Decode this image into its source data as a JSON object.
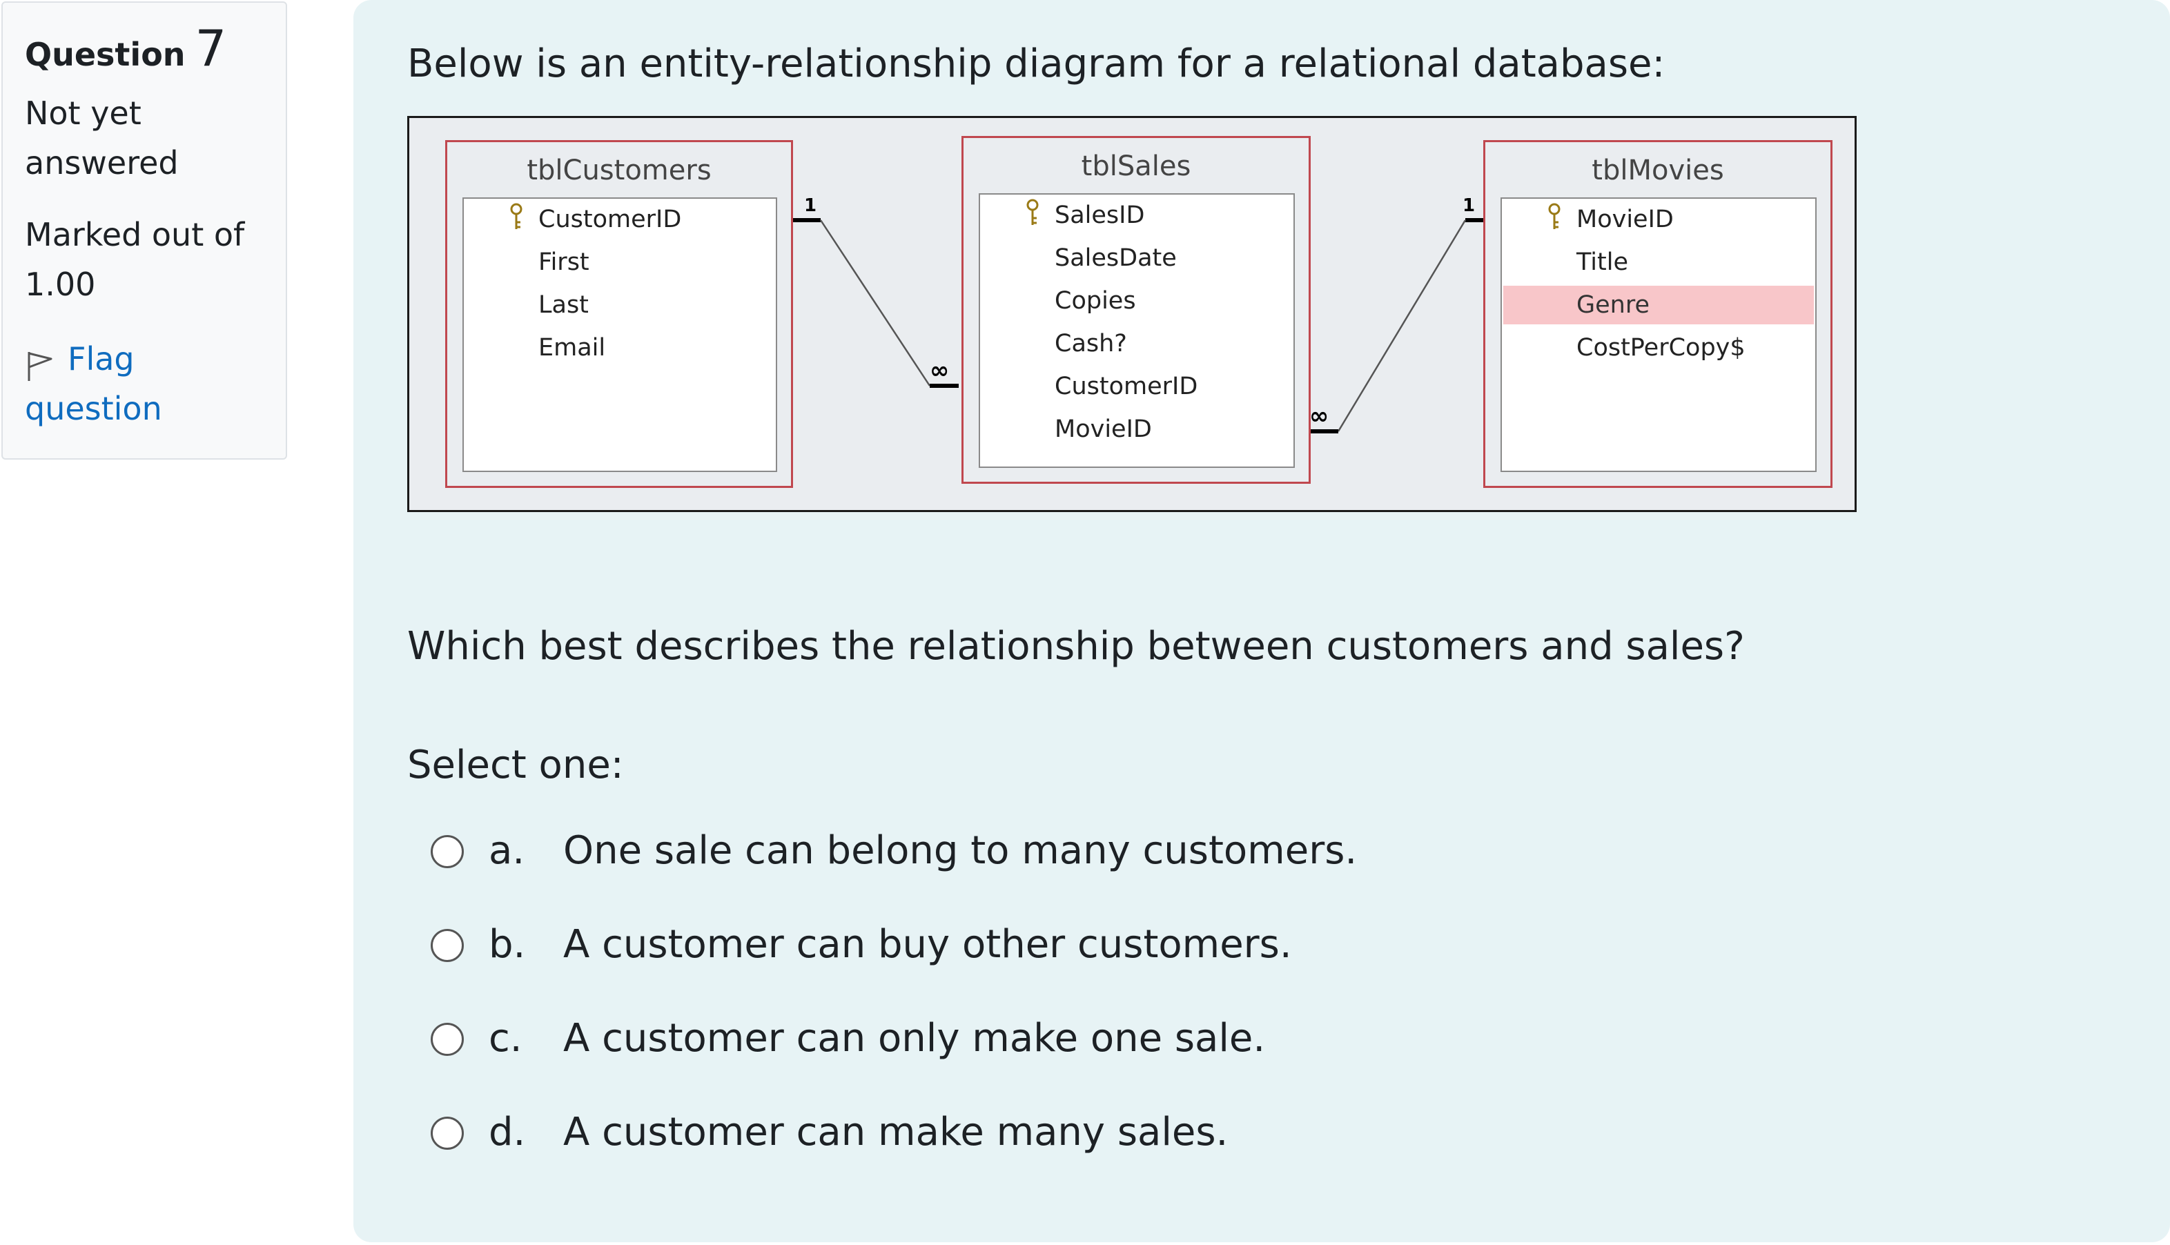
{
  "info": {
    "question_label": "Question",
    "question_number": "7",
    "state": "Not yet answered",
    "grade": "Marked out of 1.00",
    "flag_label": "Flag question"
  },
  "question": {
    "prompt": "Below is an entity-relationship diagram for a relational database:",
    "diagram": {
      "tables": [
        {
          "name": "tblCustomers",
          "fields": [
            "CustomerID",
            "First",
            "Last",
            "Email"
          ],
          "key_field": "CustomerID"
        },
        {
          "name": "tblSales",
          "fields": [
            "SalesID",
            "SalesDate",
            "Copies",
            "Cash?",
            "CustomerID",
            "MovieID"
          ],
          "key_field": "SalesID"
        },
        {
          "name": "tblMovies",
          "fields": [
            "MovieID",
            "Title",
            "Genre",
            "CostPerCopy$"
          ],
          "key_field": "MovieID",
          "highlighted_field": "Genre"
        }
      ],
      "relationships": [
        {
          "from": "tblCustomers.CustomerID",
          "to": "tblSales.CustomerID",
          "from_card": "1",
          "to_card": "∞"
        },
        {
          "from": "tblMovies.MovieID",
          "to": "tblSales.MovieID",
          "from_card": "1",
          "to_card": "∞"
        }
      ]
    },
    "ask": "Which best describes the relationship between customers and sales?",
    "select_label": "Select one:",
    "options": [
      {
        "letter": "a.",
        "text": "One sale can belong to many customers."
      },
      {
        "letter": "b.",
        "text": "A customer can buy other customers."
      },
      {
        "letter": "c.",
        "text": "A customer can only make one sale."
      },
      {
        "letter": "d.",
        "text": "A customer can make many sales."
      }
    ]
  }
}
